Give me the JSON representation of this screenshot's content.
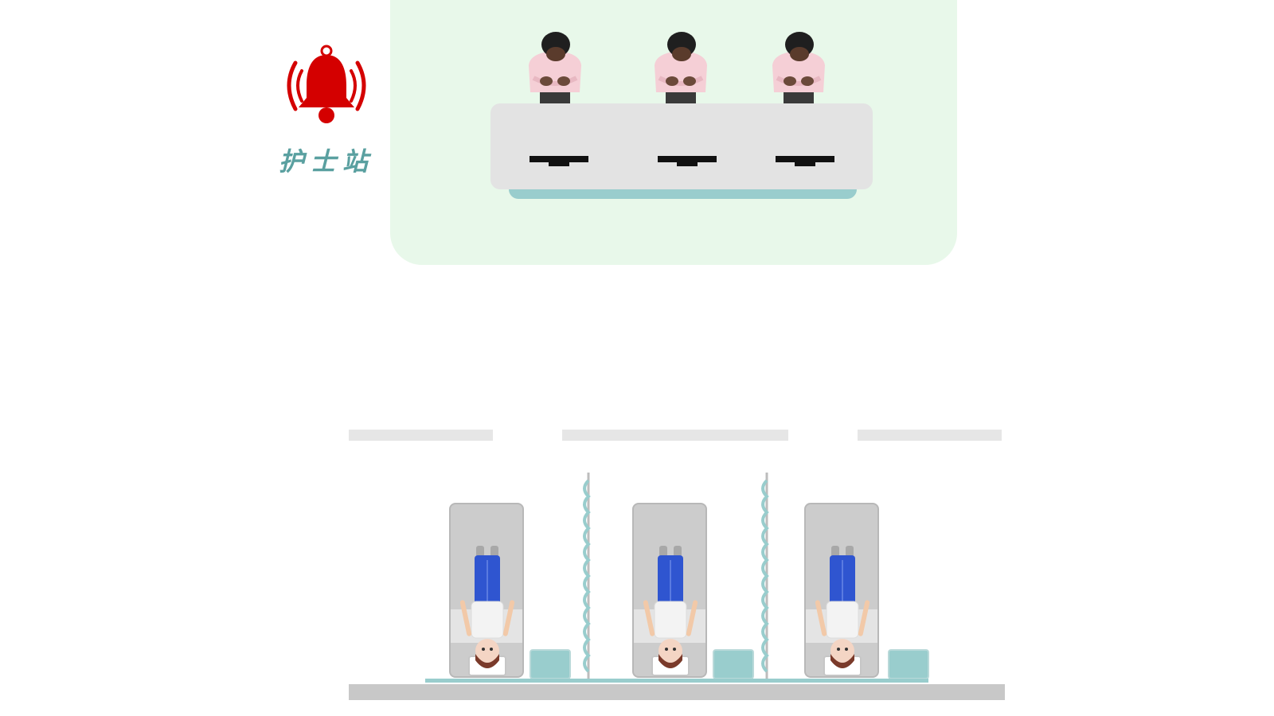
{
  "station": {
    "label": "护士站",
    "alarm_icon": "alarm-bell-icon",
    "nurse_count": 3,
    "workstation_count": 3
  },
  "ward": {
    "bed_count": 3,
    "patient_icon": "patient-lying-icon",
    "nurse_icon": "nurse-at-desk-icon",
    "curtain_icon": "privacy-curtain-icon"
  },
  "colors": {
    "station_bg": "#e8f8ea",
    "desk": "#e3e3e3",
    "accent_teal": "#99cdcd",
    "alarm_red": "#d40000",
    "label_teal": "#5aa0a0",
    "bed": "#cccccc",
    "scrubs_blue": "#2f55d0",
    "shirt_pink": "#f5cfd6"
  }
}
